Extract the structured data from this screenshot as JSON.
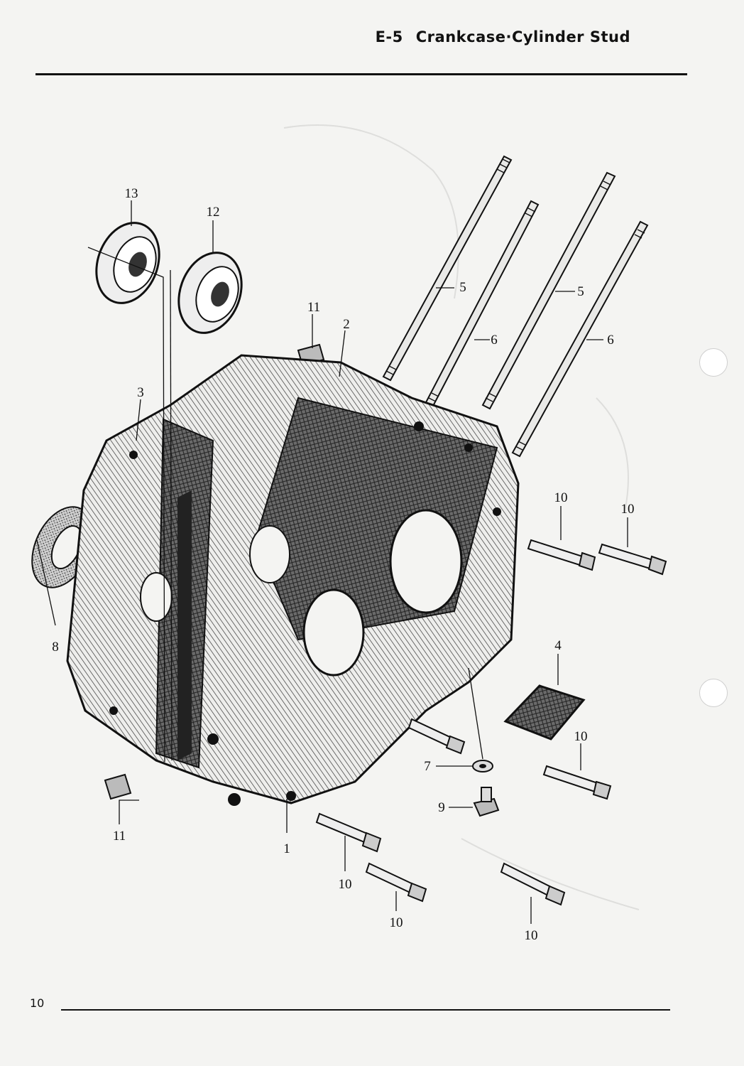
{
  "header": {
    "code": "E-5",
    "title": "Crankcase·Cylinder Stud"
  },
  "footer": {
    "page_number": "10"
  },
  "callouts": {
    "c13": "13",
    "c12": "12",
    "c11a": "11",
    "c11b": "11",
    "c2": "2",
    "c3": "3",
    "c5a": "5",
    "c5b": "5",
    "c6a": "6",
    "c6b": "6",
    "c8": "8",
    "c10a": "10",
    "c10b": "10",
    "c10c": "10",
    "c10d": "10",
    "c10e": "10",
    "c10f": "10",
    "c4": "4",
    "c7": "7",
    "c9": "9",
    "c1": "1"
  }
}
